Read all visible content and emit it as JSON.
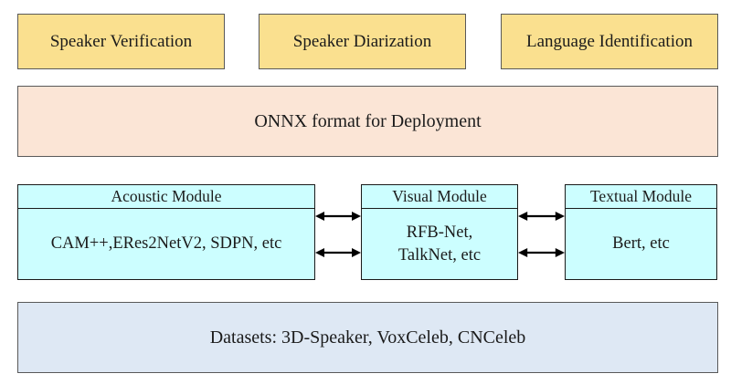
{
  "diagram": {
    "tasks": [
      {
        "label": "Speaker Verification"
      },
      {
        "label": "Speaker Diarization"
      },
      {
        "label": "Language Identification"
      }
    ],
    "deployment": {
      "label": "ONNX format for Deployment"
    },
    "modules": [
      {
        "title": "Acoustic Module",
        "content": "CAM++,ERes2NetV2, SDPN, etc"
      },
      {
        "title": "Visual Module",
        "content": "RFB-Net,\nTalkNet, etc"
      },
      {
        "title": "Textual Module",
        "content": "Bert, etc"
      }
    ],
    "datasets": {
      "label": "Datasets: 3D-Speaker, VoxCeleb, CNCeleb"
    }
  },
  "colors": {
    "task_fill": "#FAE08F",
    "deployment_fill": "#FBE5D6",
    "module_fill": "#CCFEFF",
    "datasets_fill": "#DEE8F4",
    "box_border": "#595959",
    "module_border": "#1A1A1A",
    "arrow": "#000000",
    "text": "#1B1B1B"
  }
}
